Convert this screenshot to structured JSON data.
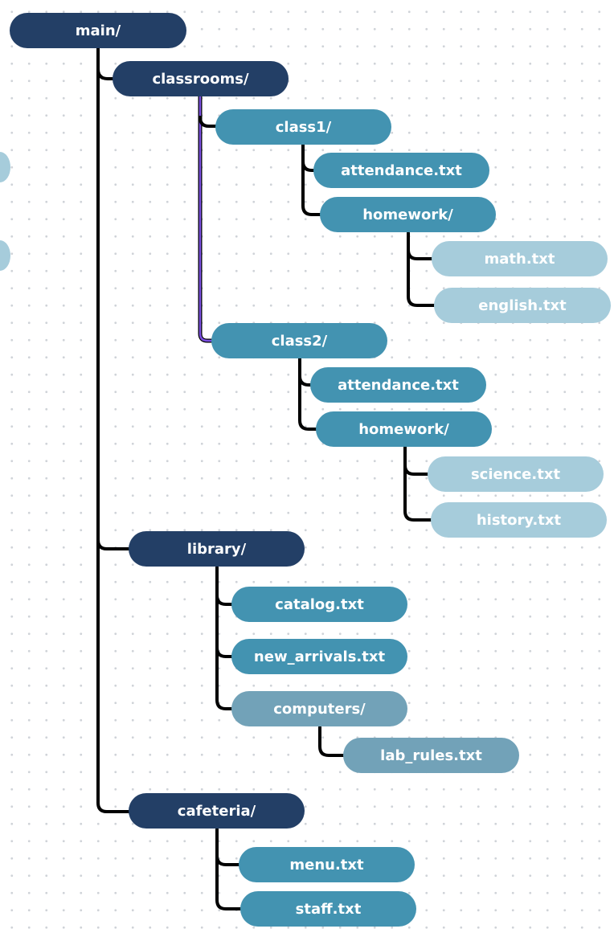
{
  "tree": {
    "main": "main/",
    "classrooms": "classrooms/",
    "class1": "class1/",
    "class1_attendance": "attendance.txt",
    "class1_homework": "homework/",
    "math": "math.txt",
    "english": "english.txt",
    "class2": "class2/",
    "class2_attendance": "attendance.txt",
    "class2_homework": "homework/",
    "science": "science.txt",
    "history": "history.txt",
    "library": "library/",
    "catalog": "catalog.txt",
    "new_arrivals": "new_arrivals.txt",
    "computers": "computers/",
    "lab_rules": "lab_rules.txt",
    "cafeteria": "cafeteria/",
    "menu": "menu.txt",
    "staff": "staff.txt"
  },
  "colors": {
    "folder_dark": "#233f66",
    "teal": "#4393b1",
    "light_blue": "#a6ccdb",
    "slate": "#72a2b8",
    "connector": "#000000",
    "connector_selected": "#7b4fe0"
  }
}
